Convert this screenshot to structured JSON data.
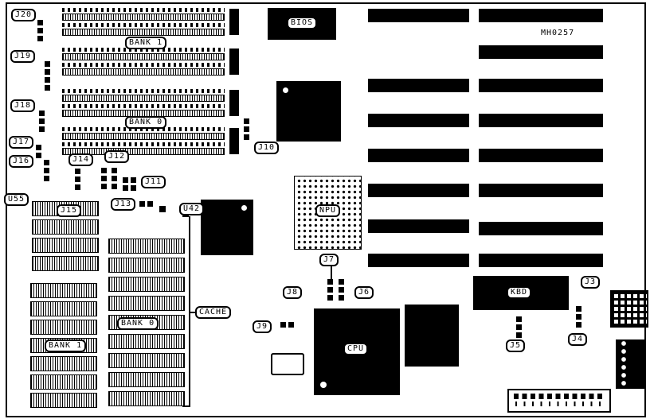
{
  "diagram": {
    "type": "motherboard-layout",
    "part_number": "MH0257"
  },
  "labels": {
    "j3": "J3",
    "j4": "J4",
    "j5": "J5",
    "j6": "J6",
    "j7": "J7",
    "j8": "J8",
    "j9": "J9",
    "j10": "J10",
    "j11": "J11",
    "j12": "J12",
    "j13": "J13",
    "j14": "J14",
    "j15": "J15",
    "j16": "J16",
    "j17": "J17",
    "j18": "J18",
    "j19": "J19",
    "j20": "J20",
    "u42": "U42",
    "u55": "U55",
    "bios": "BIOS",
    "npu": "NPU",
    "cpu": "CPU",
    "kbd": "KBD",
    "cache": "CACHE",
    "simm_bank_1": "BANK 1",
    "simm_bank_0": "BANK 0",
    "cache_bank_1": "BANK 1",
    "cache_bank_0": "BANK 0",
    "part_number": "MH0257"
  },
  "colors": {
    "board_bg": "#ffffff",
    "component": "#000000"
  }
}
